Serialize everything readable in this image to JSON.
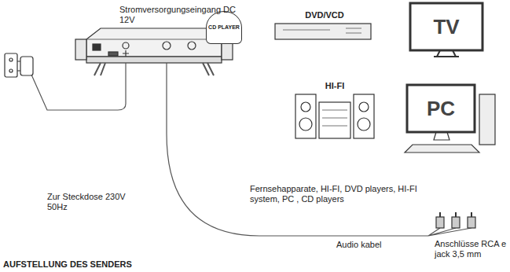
{
  "diagram": {
    "nodes": [
      {
        "text": [
          "CD PLAYER"
        ]
      },
      {
        "text": [
          "DVD/VCD"
        ]
      },
      {
        "text": [
          "TV"
        ]
      },
      {
        "text": [
          "HI-FI"
        ]
      },
      {
        "text": [
          "PC"
        ]
      }
    ],
    "labels": [
      "Stromversorgungseingang DC 12V",
      "Zur Steckdose 230V 50Hz",
      "Fernsehapparate, HI-FI, DVD players, HI-FI system, PC , CD players",
      "Audio kabel",
      "Anschlüsse RCA e jack 3,5 mm",
      "AUFSTELLUNG DES SENDERS"
    ]
  }
}
